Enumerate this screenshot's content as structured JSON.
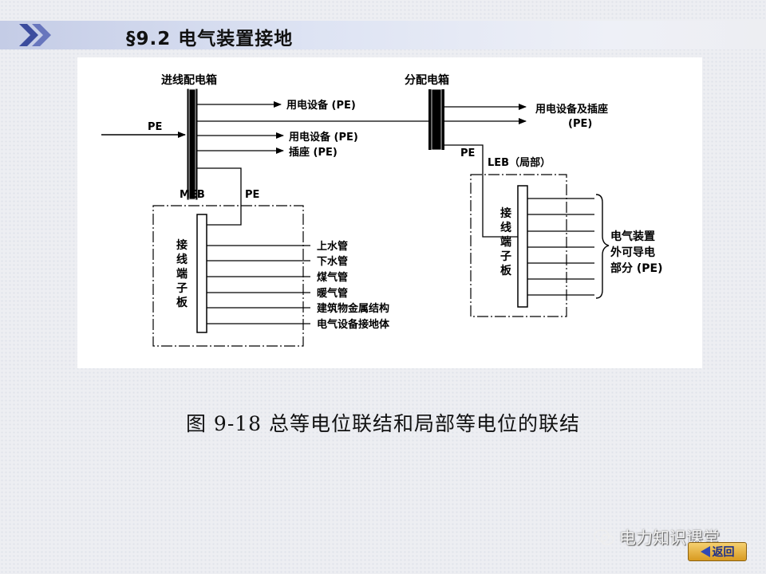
{
  "header": {
    "title": "§9.2  电气装置接地"
  },
  "diagram": {
    "incoming_box": "进线配电箱",
    "dist_box": "分配电箱",
    "pe_in": "PE",
    "meb": "MEB",
    "pe_meb": "PE",
    "pe_leb": "PE",
    "leb": "LEB（局部）",
    "branch1": "用电设备 (PE)",
    "branch2": "用电设备 (PE)",
    "branch3": "插座 (PE)",
    "out_line1": "用电设备及插座",
    "out_line2": "(PE)",
    "terminal_left": "接线端子板",
    "terminal_right": "接线端子板",
    "items": [
      "上水管",
      "下水管",
      "煤气管",
      "暖气管",
      "建筑物金属结构",
      "电气设备接地体"
    ],
    "conductive_parts": [
      "电气装置",
      "外可导电",
      "部分 (PE)"
    ]
  },
  "caption": "图 9-18 总等电位联结和局部等电位的联结",
  "watermark": {
    "text": "电力知识课堂"
  },
  "back_button": {
    "label": "返回"
  }
}
